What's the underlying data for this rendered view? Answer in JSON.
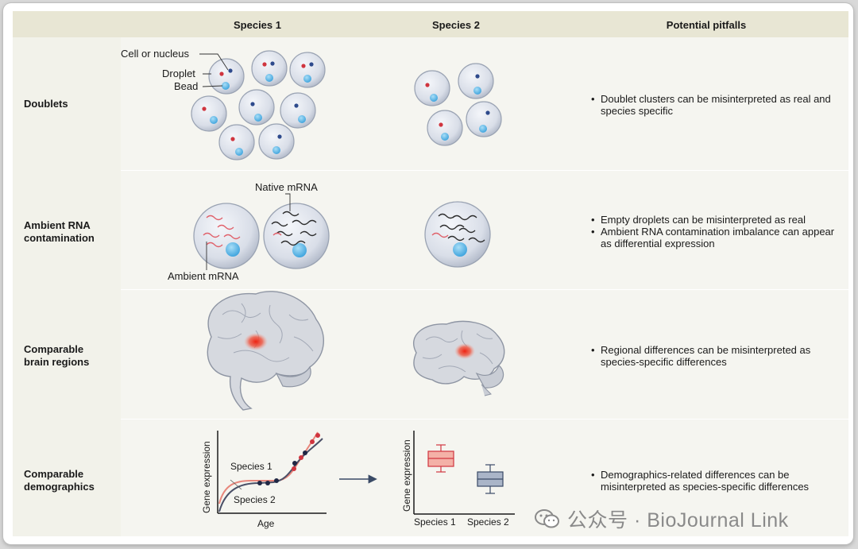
{
  "header": {
    "col1": "Species 1",
    "col2": "Species 2",
    "col3": "Potential pitfalls"
  },
  "rows": [
    {
      "title": "Doublets",
      "pitfalls": [
        "Doublet clusters can be misinterpreted as real and species specific"
      ]
    },
    {
      "title": "Ambient RNA\ncontamination",
      "pitfalls": [
        "Empty droplets can be misinterpreted as real",
        "Ambient RNA contamination imbalance can appear as differential expression"
      ]
    },
    {
      "title": "Comparable\nbrain regions",
      "pitfalls": [
        "Regional differences can be misinterpreted as species-specific differences"
      ]
    },
    {
      "title": "Comparable\ndemographics",
      "pitfalls": [
        "Demographics-related differences can be misinterpreted as species-specific differences"
      ]
    }
  ],
  "labels": {
    "cell_or_nucleus": "Cell or nucleus",
    "droplet": "Droplet",
    "bead": "Bead",
    "native_mrna": "Native mRNA",
    "ambient_mrna": "Ambient mRNA",
    "gene_expression": "Gene expression",
    "age": "Age",
    "species1_curve": "Species 1",
    "species2_curve": "Species 2",
    "box_species1": "Species 1",
    "box_species2": "Species 2"
  },
  "watermark": "公众号 · BioJournal Link",
  "colors": {
    "header_band": "#e8e6d4",
    "row_background": "#f5f5f0",
    "droplet_fill": "#dfe3ec",
    "bead_blue": "#5bb4e5",
    "nucleus_red": "#d0353f",
    "nucleus_blue": "#2e4a8c",
    "brain_highlight": "#ee3322",
    "species1_color": "#e8867b",
    "species2_color": "#5a6e8e"
  }
}
